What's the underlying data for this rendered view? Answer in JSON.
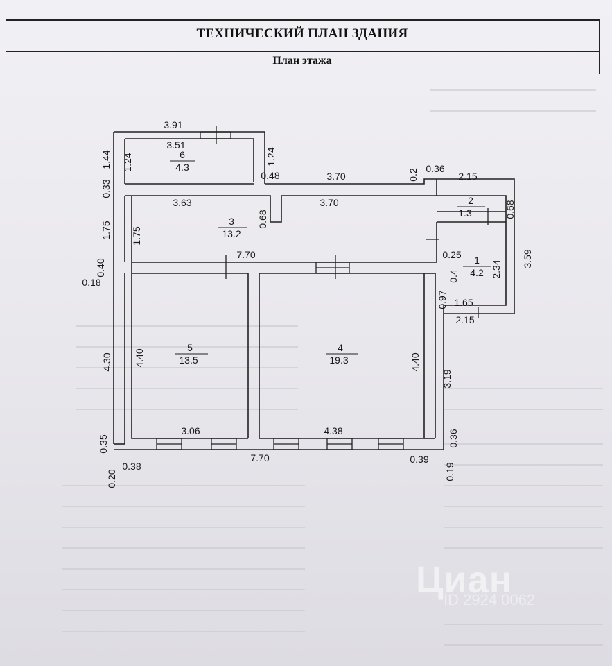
{
  "header": {
    "title": "ТЕХНИЧЕСКИЙ ПЛАН ЗДАНИЯ",
    "subtitle": "План этажа"
  },
  "rooms": [
    {
      "number": "1",
      "area": "4.2"
    },
    {
      "number": "2",
      "area": "1.3"
    },
    {
      "number": "3",
      "area": "13.2"
    },
    {
      "number": "4",
      "area": "19.3"
    },
    {
      "number": "5",
      "area": "13.5"
    },
    {
      "number": "6",
      "area": "4.3"
    }
  ],
  "dimensions": {
    "top_room6_outer": "3.91",
    "room6_inner": "3.51",
    "left_room6_outer": "1.44",
    "left_room6_inner": "1.24",
    "right_room6": "1.24",
    "small_048": "0.48",
    "top_right_370": "3.70",
    "small_02": "0.2",
    "small_036": "0.36",
    "top_215": "2.15",
    "left_033": "0.33",
    "room3_left": "3.63",
    "room3_right": "3.70",
    "room3_notch": "0.68",
    "room2_068": "0.68",
    "left_175_outer": "1.75",
    "left_175_inner": "1.75",
    "right_359": "3.59",
    "mid_770": "7.70",
    "small_025": "0.25",
    "left_040": "0.40",
    "left_018": "0.18",
    "room1_04": "0.4",
    "room1_234": "2.34",
    "small_097": "0.97",
    "room1_165": "1.65",
    "room1_215": "2.15",
    "left_430": "4.30",
    "room5_440": "4.40",
    "room4_440": "4.40",
    "right_319": "3.19",
    "bottom_306": "3.06",
    "bottom_438": "4.38",
    "left_035": "0.35",
    "right_036": "0.36",
    "bottom_770": "7.70",
    "bottom_038": "0.38",
    "bottom_039": "0.39",
    "left_020": "0.20",
    "right_019": "0.19"
  },
  "watermark": {
    "brand": "Циан",
    "id": "ID 2924 0062"
  }
}
